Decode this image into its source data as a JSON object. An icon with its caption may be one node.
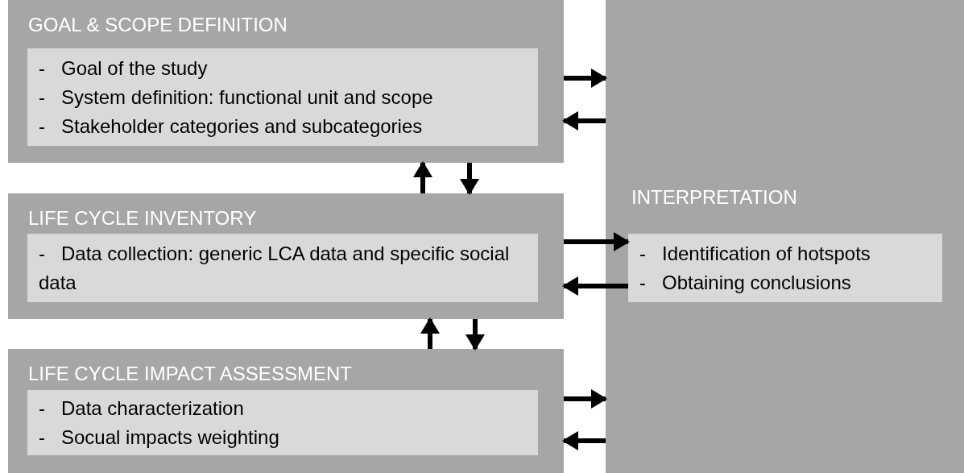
{
  "diagram": {
    "nodes": [
      {
        "text": [
          "GOAL & SCOPE DEFINITION"
        ]
      },
      {
        "text": [
          "-   Goal of the study",
          "-   System definition: functional unit and scope",
          "-   Stakeholder categories and subcategories"
        ],
        "in": 0
      },
      {
        "text": [
          "LIFE CYCLE INVENTORY"
        ]
      },
      {
        "text": [
          "-   Data collection: generic LCA data and specific social data"
        ],
        "in": 2
      },
      {
        "text": [
          "LIFE CYCLE IMPACT ASSESSMENT"
        ]
      },
      {
        "text": [
          "-   Data characterization",
          "-   Socual impacts weighting"
        ],
        "in": 4
      },
      {
        "text": [
          "INTERPRETATION"
        ]
      },
      {
        "text": [
          "-   Identification of hotspots",
          "-   Obtaining conclusions"
        ],
        "in": 6
      }
    ],
    "edges": [
      {
        "from": 0,
        "to": 6,
        "arrow": "to"
      },
      {
        "from": 6,
        "to": 0,
        "arrow": "to"
      },
      {
        "from": 2,
        "to": 0,
        "arrow": "to"
      },
      {
        "from": 0,
        "to": 2,
        "arrow": "to"
      },
      {
        "from": 2,
        "to": 7,
        "arrow": "to"
      },
      {
        "from": 7,
        "to": 2,
        "arrow": "to"
      },
      {
        "from": 4,
        "to": 2,
        "arrow": "to"
      },
      {
        "from": 2,
        "to": 4,
        "arrow": "to"
      },
      {
        "from": 4,
        "to": 6,
        "arrow": "to"
      },
      {
        "from": 6,
        "to": 4,
        "arrow": "to"
      }
    ]
  }
}
